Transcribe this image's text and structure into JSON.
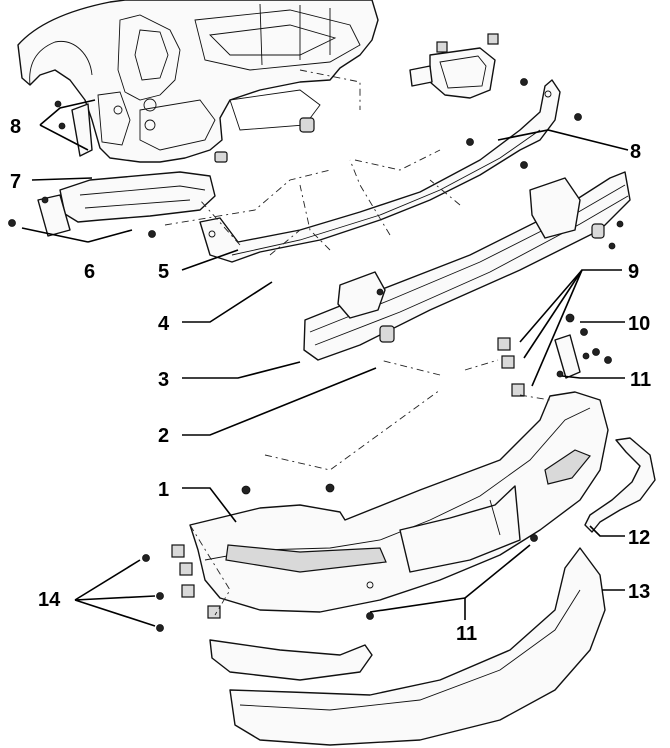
{
  "callouts": {
    "c1": "1",
    "c2": "2",
    "c3": "3",
    "c4": "4",
    "c5": "5",
    "c6": "6",
    "c7": "7",
    "c8_left": "8",
    "c8_right": "8",
    "c9": "9",
    "c10": "10",
    "c11_right": "11",
    "c11_bottom": "11",
    "c12": "12",
    "c13": "13",
    "c14": "14"
  }
}
